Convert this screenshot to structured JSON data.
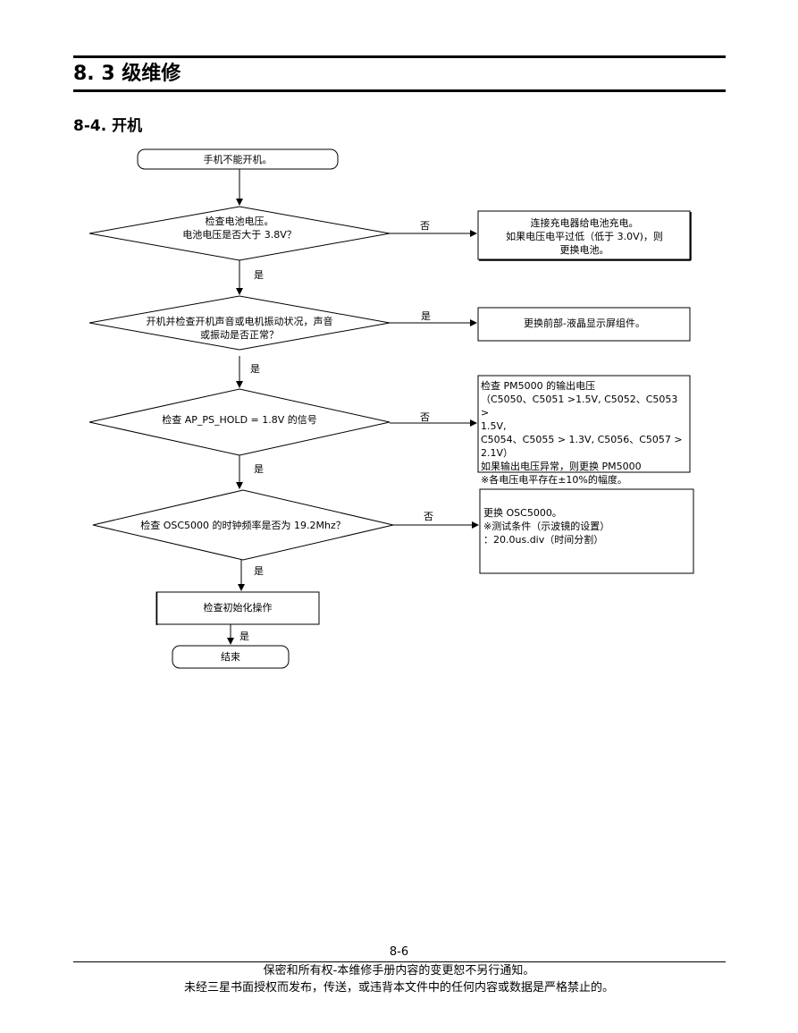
{
  "header": {
    "section_title": "8. 3 级维修",
    "subsection_title": "8-4.  开机"
  },
  "flowchart": {
    "start": "手机不能开机。",
    "decision1": [
      "检查电池电压。",
      "电池电压是否大于 3.8V？"
    ],
    "decision1_no_label": "否",
    "action1": [
      "连接充电器给电池充电。",
      "如果电压电平过低（低于 3.0V)，则",
      "更换电池。"
    ],
    "decision1_yes_label": "是",
    "decision2": [
      "开机并检查开机声音或电机振动状况，声音",
      "或振动是否正常？"
    ],
    "decision2_yes_label_right": "是",
    "action2": "更换前部-液晶显示屏组件。",
    "decision2_yes_label_down": "是",
    "decision3": "检查 AP_PS_HOLD = 1.8V 的信号",
    "decision3_no_label": "否",
    "action3": [
      "检查 PM5000 的输出电压",
      "（C5050、C5051 >1.5V, C5052、C5053 >",
      "1.5V,",
      "C5054、C5055 > 1.3V, C5056、C5057 >",
      "2.1V）",
      "如果输出电压异常，则更换 PM5000",
      "※各电压电平存在±10%的幅度。"
    ],
    "decision3_yes_label": "是",
    "decision4": "检查 OSC5000 的时钟频率是否为 19.2Mhz？",
    "decision4_no_label": "否",
    "action4": [
      "更换 OSC5000。",
      "※测试条件（示波镜的设置）",
      "：20.0us.div（时间分割）"
    ],
    "decision4_yes_label": "是",
    "process5": "检查初始化操作",
    "process5_yes_label": "是",
    "end": "结束"
  },
  "footer": {
    "page_number": "8-6",
    "line1": "保密和所有权-本维修手册内容的变更恕不另行通知。",
    "line2": "未经三星书面授权而发布，传送，或违背本文件中的任何内容或数据是严格禁止的。"
  }
}
